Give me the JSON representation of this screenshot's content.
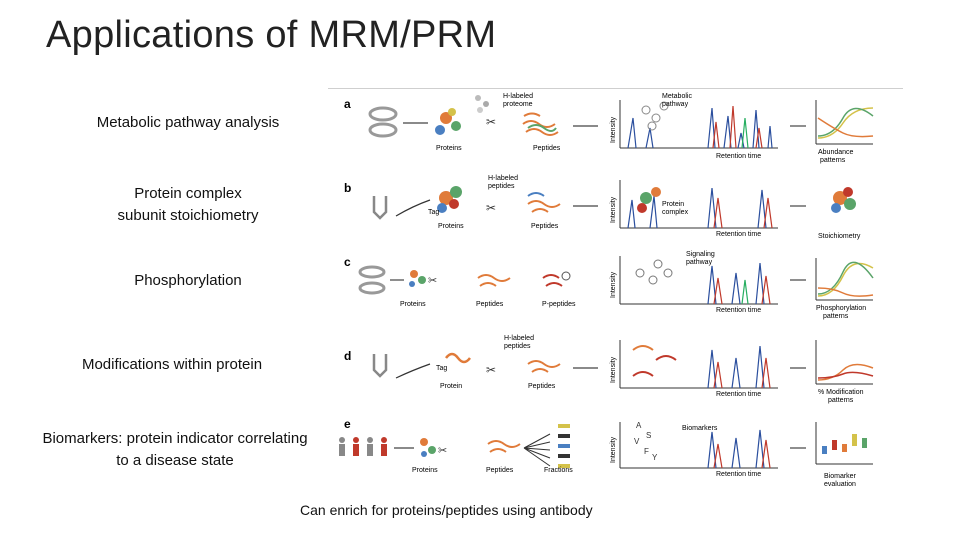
{
  "slide": {
    "title": "Applications of MRM/PRM",
    "labels": [
      "Metabolic pathway analysis",
      "Protein complex",
      "subunit stoichiometry",
      "Phosphorylation",
      "Modifications within protein",
      "Biomarkers: protein indicator correlating",
      "to a disease state"
    ],
    "footer": "Can enrich for proteins/peptides using antibody"
  },
  "figure": {
    "panel_letters": [
      "a",
      "b",
      "c",
      "d",
      "e"
    ],
    "panel_a": {
      "proteins": "Proteins",
      "peptides": "Peptides",
      "h_labeled": "H-labeled",
      "proteome": "proteome",
      "metabolic": "Metabolic",
      "pathway": "pathway",
      "retention": "Retention time",
      "abundance": "Abundance",
      "patterns": "patterns"
    },
    "panel_b": {
      "h_labeled": "H-labeled",
      "peptides_top": "peptides",
      "tag": "Tag",
      "proteins": "Proteins",
      "peptides": "Peptides",
      "protein": "Protein",
      "complex": "complex",
      "retention": "Retention time",
      "stoichiometry": "Stoichiometry"
    },
    "panel_c": {
      "proteins": "Proteins",
      "peptides": "Peptides",
      "p_peptides": "P-peptides",
      "signaling": "Signaling",
      "pathway": "pathway",
      "retention": "Retention time",
      "phosphorylation": "Phosphorylation",
      "patterns": "patterns"
    },
    "panel_d": {
      "h_labeled": "H-labeled",
      "peptides_top": "peptides",
      "tag": "Tag",
      "protein": "Protein",
      "peptides": "Peptides",
      "retention": "Retention time",
      "modification": "% Modification",
      "patterns": "patterns"
    },
    "panel_e": {
      "proteins": "Proteins",
      "peptides": "Peptides",
      "fractions": "Fractions",
      "biomarkers": "Biomarkers",
      "retention": "Retention time",
      "biomarker": "Biomarker",
      "evaluation": "evaluation"
    },
    "intensity": "Intensity"
  }
}
